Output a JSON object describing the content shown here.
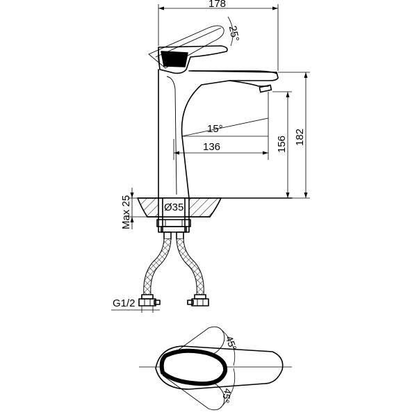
{
  "dimensions": {
    "overall_width": "178",
    "lever_angle": "25°",
    "spout_angle": "15°",
    "spout_reach": "136",
    "spout_height": "156",
    "total_height": "182",
    "max_counter_thickness": "Max 25",
    "hole_diameter": "Ø35",
    "thread_size": "G1/2",
    "handle_rotation_top": "45°",
    "handle_rotation_bottom": "45°"
  }
}
